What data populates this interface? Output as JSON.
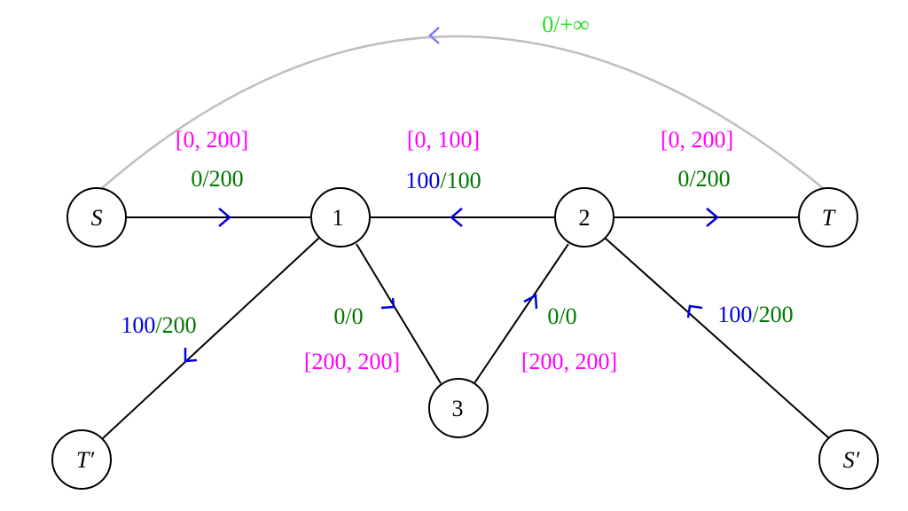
{
  "colors": {
    "edge": "#000000",
    "arc": "#bfbfbf",
    "arc_arrow": "#7b7bf0",
    "arrow": "#0000dd",
    "bound": "#ff00ff",
    "flow_num": "#0000dd",
    "cap_num": "#007700",
    "inf_label": "#22dd22"
  },
  "nodes": {
    "S": "S",
    "n1": "1",
    "n2": "2",
    "T": "T",
    "n3": "3",
    "Tp": "T′",
    "Sp": "S′"
  },
  "edges": {
    "s_1": {
      "bound": "[0, 200]",
      "flow": "0",
      "cap": "200"
    },
    "2_1": {
      "bound": "[0, 100]",
      "flow": "100",
      "cap": "100"
    },
    "2_t": {
      "bound": "[0, 200]",
      "flow": "0",
      "cap": "200"
    },
    "1_3": {
      "bound": "[200, 200]",
      "flow": "0",
      "cap": "0"
    },
    "3_2": {
      "bound": "[200, 200]",
      "flow": "0",
      "cap": "0"
    },
    "1_tp": {
      "flow": "100",
      "cap": "200"
    },
    "sp_2": {
      "flow": "100",
      "cap": "200"
    },
    "t_s": {
      "label": "0/+∞"
    }
  },
  "slash": "/"
}
